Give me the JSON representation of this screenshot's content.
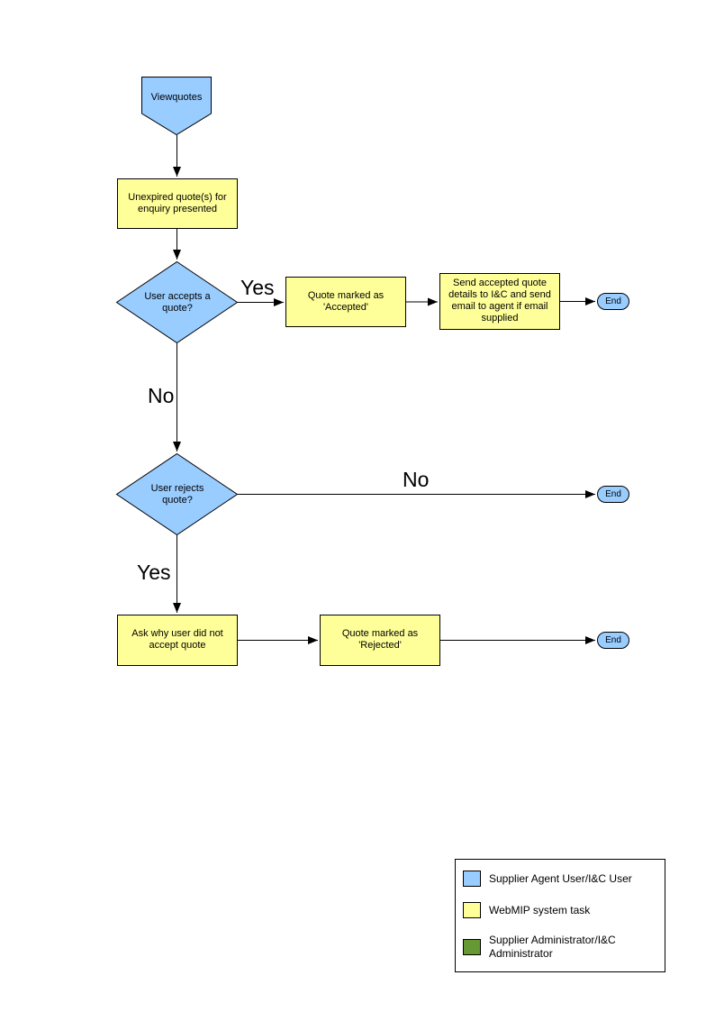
{
  "diagram": {
    "colors": {
      "actor": "#99CCFF",
      "system": "#FFFF99",
      "admin": "#669933",
      "line": "#000000"
    },
    "nodes": {
      "viewquotes": {
        "type": "start",
        "label": "Viewquotes"
      },
      "unexpired": {
        "type": "process",
        "label": "Unexpired quote(s) for enquiry presented"
      },
      "accepts": {
        "type": "decision",
        "label": "User accepts a quote?"
      },
      "marked_accepted": {
        "type": "process",
        "label": "Quote marked as 'Accepted'"
      },
      "send_details": {
        "type": "process",
        "label": "Send accepted quote details to I&C and send email to agent if email supplied"
      },
      "end1": {
        "type": "terminator",
        "label": "End"
      },
      "rejects": {
        "type": "decision",
        "label": "User rejects quote?"
      },
      "end2": {
        "type": "terminator",
        "label": "End"
      },
      "ask_why": {
        "type": "process",
        "label": "Ask why user did not accept quote"
      },
      "marked_rejected": {
        "type": "process",
        "label": "Quote marked as 'Rejected'"
      },
      "end3": {
        "type": "terminator",
        "label": "End"
      }
    },
    "edges": {
      "accepts_yes": "Yes",
      "accepts_no": "No",
      "rejects_no": "No",
      "rejects_yes": "Yes"
    },
    "legend": {
      "items": [
        {
          "label": "Supplier Agent User/I&C User",
          "color": "#99CCFF"
        },
        {
          "label": "WebMIP system task",
          "color": "#FFFF99"
        },
        {
          "label": "Supplier Administrator/I&C Administrator",
          "color": "#669933"
        }
      ]
    }
  }
}
